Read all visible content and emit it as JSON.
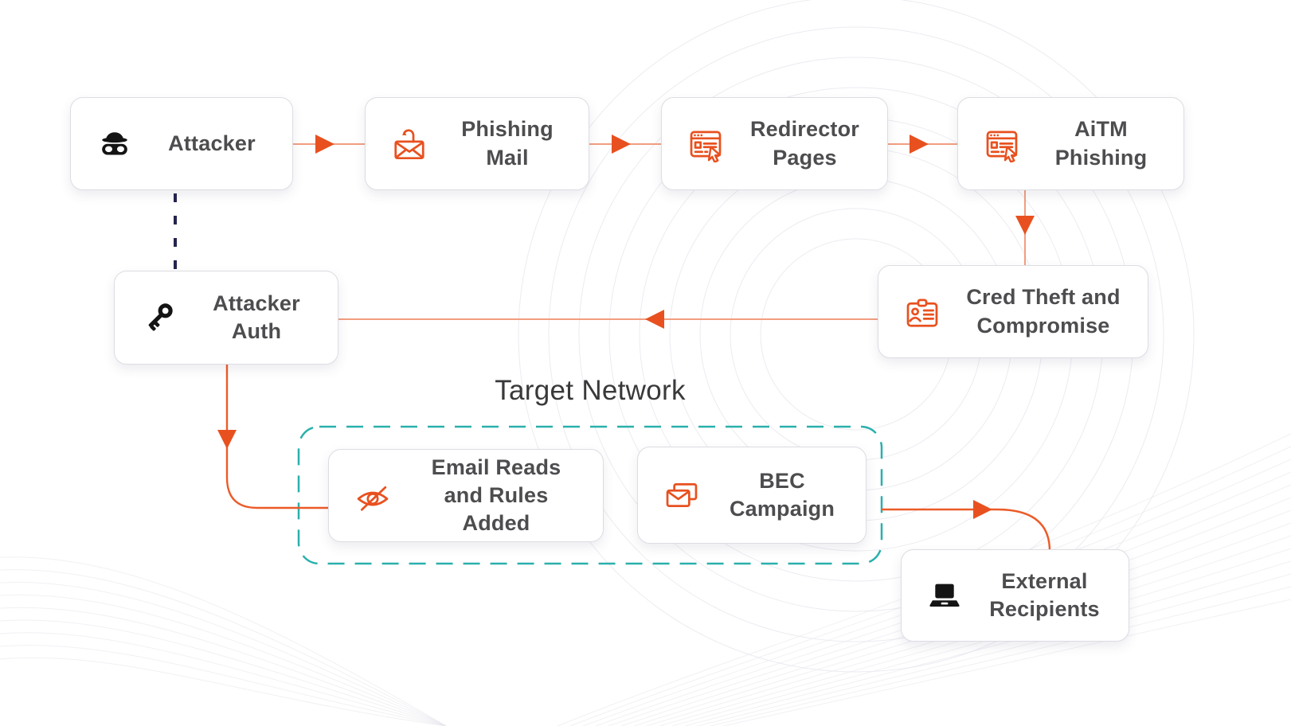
{
  "colors": {
    "accent_orange": "#E8511F",
    "line_light_orange": "#F29E80",
    "line_strong_orange": "#EC5B28",
    "dashed_navy": "#24244E",
    "group_teal": "#2AB0AC"
  },
  "group": {
    "label": "Target Network"
  },
  "nodes": {
    "attacker": {
      "label": "Attacker",
      "icon": "bandit-mask-icon"
    },
    "phishing_mail": {
      "label": "Phishing Mail",
      "icon": "phishing-hook-mail-icon"
    },
    "redirector_pages": {
      "label": "Redirector Pages",
      "icon": "browser-cursor-icon"
    },
    "aitm_phishing": {
      "label": "AiTM Phishing",
      "icon": "browser-cursor-icon"
    },
    "cred_theft": {
      "label": "Cred Theft and Compromise",
      "icon": "id-badge-icon"
    },
    "attacker_auth": {
      "label": "Attacker Auth",
      "icon": "key-icon"
    },
    "email_reads": {
      "label": "Email Reads and Rules Added",
      "icon": "eye-off-icon"
    },
    "bec_campaign": {
      "label": "BEC Campaign",
      "icon": "stacked-envelopes-icon"
    },
    "external_recipients": {
      "label": "External Recipients",
      "icon": "laptop-icon"
    }
  },
  "edges": [
    {
      "from": "attacker",
      "to": "phishing_mail",
      "style": "solid-arrow"
    },
    {
      "from": "phishing_mail",
      "to": "redirector_pages",
      "style": "solid-arrow"
    },
    {
      "from": "redirector_pages",
      "to": "aitm_phishing",
      "style": "solid-arrow"
    },
    {
      "from": "aitm_phishing",
      "to": "cred_theft",
      "style": "solid-arrow"
    },
    {
      "from": "cred_theft",
      "to": "attacker_auth",
      "style": "solid-arrow"
    },
    {
      "from": "attacker",
      "to": "attacker_auth",
      "style": "dashed-navy"
    },
    {
      "from": "attacker_auth",
      "to": "email_reads",
      "style": "solid-arrow"
    },
    {
      "from": "bec_campaign",
      "to": "external_recipients",
      "style": "solid-arrow"
    }
  ]
}
